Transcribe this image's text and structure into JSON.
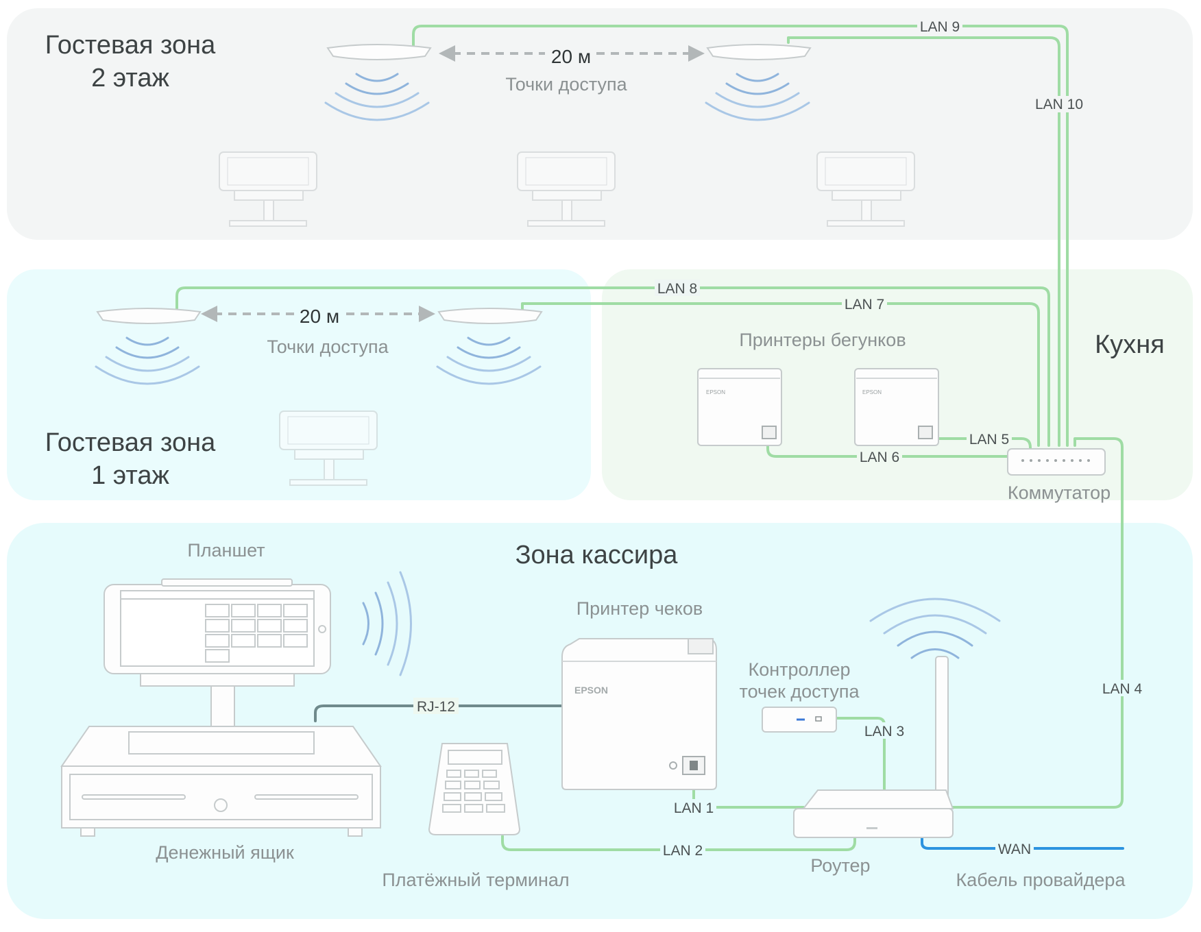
{
  "zones": {
    "guest2": "Гостевая зона\n2 этаж",
    "guest2_line1": "Гостевая зона",
    "guest2_line2": "2 этаж",
    "guest1_line1": "Гостевая зона",
    "guest1_line2": "1 этаж",
    "kitchen": "Кухня",
    "cashier": "Зона кассира"
  },
  "floor2": {
    "distance": "20 м",
    "access_points_label": "Точки доступа"
  },
  "floor1": {
    "distance": "20 м",
    "access_points_label": "Точки доступа"
  },
  "kitchen": {
    "printers_label": "Принтеры бегунков",
    "switch_label": "Коммутатор",
    "printer_brand": "EPSON"
  },
  "cashier": {
    "tablet_label": "Планшет",
    "receipt_printer_label": "Принтер чеков",
    "receipt_printer_brand": "EPSON",
    "controller_line1": "Контроллер",
    "controller_line2": "точек доступа",
    "cash_drawer_label": "Денежный ящик",
    "payment_terminal_label": "Платёжный терминал",
    "router_label": "Роутер",
    "provider_cable_label": "Кабель провайдера"
  },
  "cables": {
    "lan1": "LAN 1",
    "lan2": "LAN 2",
    "lan3": "LAN 3",
    "lan4": "LAN 4",
    "lan5": "LAN 5",
    "lan6": "LAN 6",
    "lan7": "LAN 7",
    "lan8": "LAN 8",
    "lan9": "LAN 9",
    "lan10": "LAN 10",
    "rj12": "RJ-12",
    "wan": "WAN"
  },
  "colors": {
    "lan_cable": "#9fdca4",
    "wan_cable": "#2c93df",
    "rj12_cable": "#6f8a8c",
    "guest2_bg": "#f3f5f5",
    "guest1_bg": "#eafcfd",
    "kitchen_bg": "#f0f9f1",
    "cashier_bg": "#e6fbfc"
  }
}
